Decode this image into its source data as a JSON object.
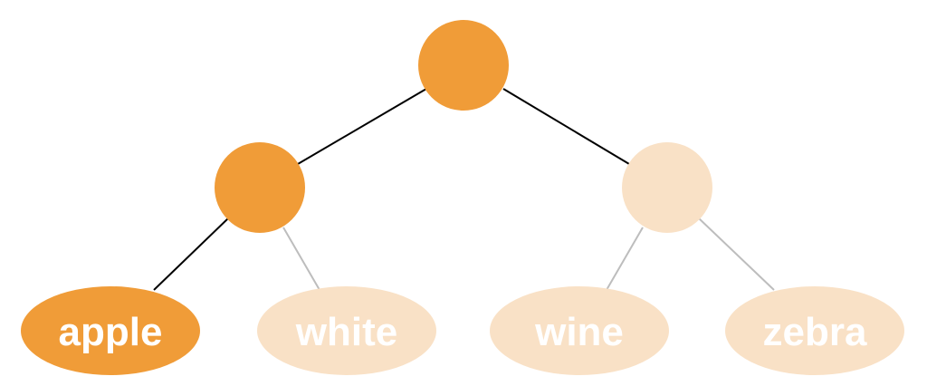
{
  "colors": {
    "active": "#F09C38",
    "inactive": "#F9E1C6",
    "active_edge": "#000000",
    "inactive_edge": "#BDBDBD",
    "label": "#FFFFFF"
  },
  "nodes": {
    "root": {
      "state": "active"
    },
    "left": {
      "state": "active"
    },
    "right": {
      "state": "inactive"
    }
  },
  "edges": {
    "root_left": {
      "state": "active"
    },
    "root_right": {
      "state": "active"
    },
    "left_apple": {
      "state": "active"
    },
    "left_white": {
      "state": "inactive"
    },
    "right_wine": {
      "state": "inactive"
    },
    "right_zebra": {
      "state": "inactive"
    }
  },
  "leaves": [
    {
      "label": "apple",
      "state": "active"
    },
    {
      "label": "white",
      "state": "inactive"
    },
    {
      "label": "wine",
      "state": "inactive"
    },
    {
      "label": "zebra",
      "state": "inactive"
    }
  ]
}
